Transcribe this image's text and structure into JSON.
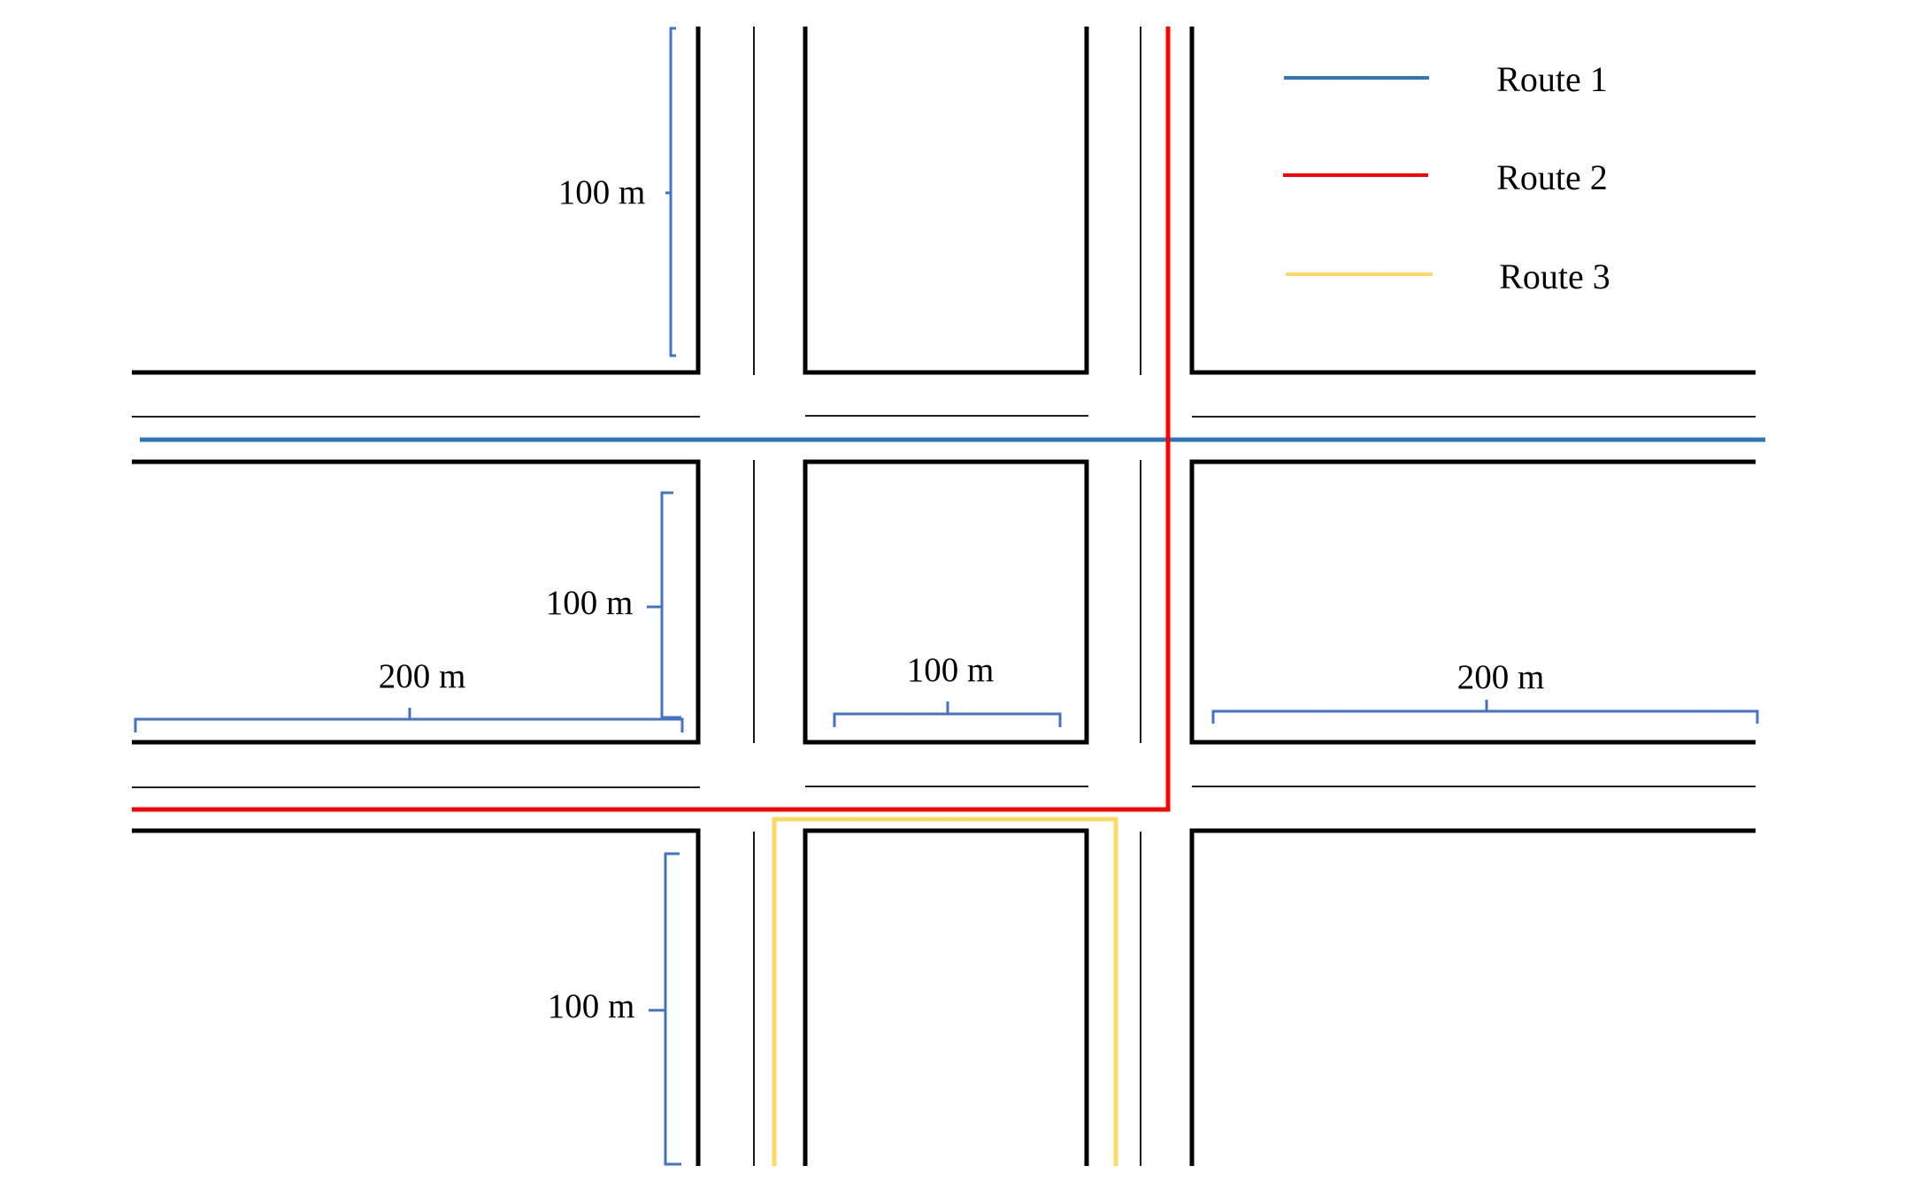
{
  "colors": {
    "route_1": "#2E75B6",
    "route_2": "#FF0000",
    "route_3": "#FFD966",
    "dimension": "#4472C4",
    "road_edge": "#000000"
  },
  "legend": [
    {
      "label": "Route 1",
      "color_key": "route_1"
    },
    {
      "label": "Route 2",
      "color_key": "route_2"
    },
    {
      "label": "Route 3",
      "color_key": "route_3"
    }
  ],
  "dimensions": {
    "top_left_vertical": "100 m",
    "middle_left_vertical": "100 m",
    "middle_left_horizontal": "200 m",
    "middle_center_horizontal": "100 m",
    "middle_right_horizontal": "200 m",
    "bottom_left_vertical": "100 m"
  }
}
